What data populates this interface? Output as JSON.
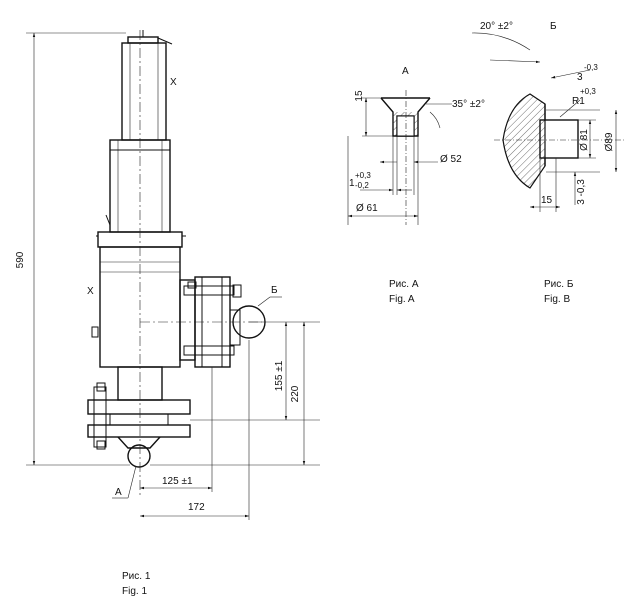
{
  "fig1": {
    "dim_height": "590",
    "dim_155": "155 ±1",
    "dim_220": "220",
    "dim_125": "125 ±1",
    "dim_172": "172",
    "callout_a": "A",
    "callout_b": "Б",
    "caption_ru": "Рис. 1",
    "caption_en": "Fig. 1"
  },
  "detail_a": {
    "title": "A",
    "dim_15": "15",
    "angle": "35° ±2°",
    "dia_52": "Ø 52",
    "tol_plus": "+0,3",
    "tol_base": "1",
    "tol_minus": "-0,2",
    "dia_61": "Ø 61",
    "caption_ru": "Рис. А",
    "caption_en": "Fig. A"
  },
  "detail_b": {
    "title": "Б",
    "angle": "20° ±2°",
    "dim_3_top": "3",
    "tol_top": "-0,3",
    "radius": "R1",
    "tol_r": "+0,3",
    "dia_81": "Ø 81",
    "dia_89": "Ø89",
    "dim_15": "15",
    "dim_3_bot": "3 -0,3",
    "caption_ru": "Рис. Б",
    "caption_en": "Fig. B"
  }
}
